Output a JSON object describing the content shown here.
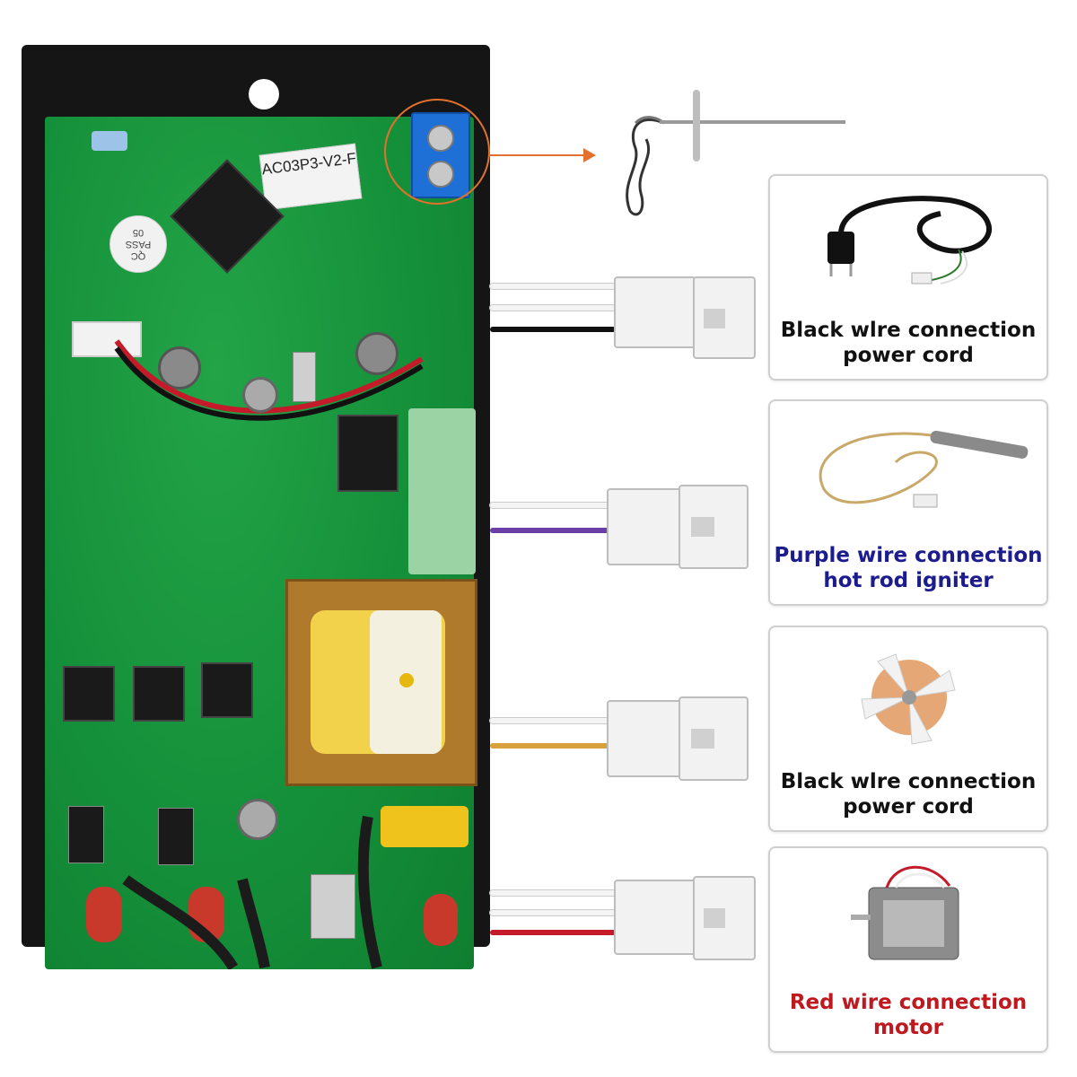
{
  "board": {
    "model_label": "AC03P3-V2-F",
    "qc_line1": "QC",
    "qc_line2": "PASS",
    "qc_line3": "05"
  },
  "colors": {
    "arrow": "#e1712c",
    "black_text": "#111111",
    "purple_text": "#1c1c8f",
    "red_text": "#c0181f",
    "wire_black": "#111111",
    "wire_purple": "#6a3fa8",
    "wire_orange": "#d9a13b",
    "wire_red": "#c41a2a"
  },
  "cards": [
    {
      "line1": "Black wlre connection",
      "line2": "power cord",
      "color": "#111111",
      "icon": "power-cord-icon"
    },
    {
      "line1": "Purple wire connection",
      "line2": "hot rod igniter",
      "color": "#1c1c8f",
      "icon": "hot-rod-igniter-icon"
    },
    {
      "line1": "Black wlre connection",
      "line2": "power cord",
      "color": "#111111",
      "icon": "fan-icon"
    },
    {
      "line1": "Red wire connection",
      "line2": "motor",
      "color": "#c0181f",
      "icon": "motor-icon"
    }
  ]
}
